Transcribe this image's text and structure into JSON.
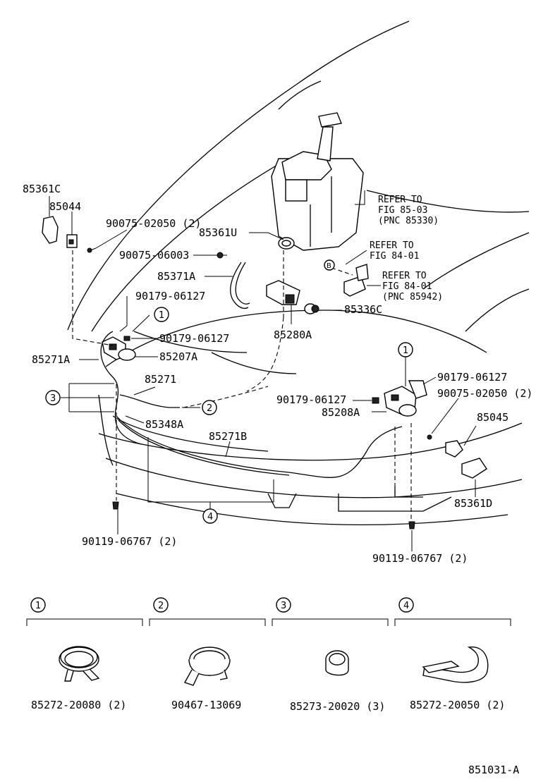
{
  "labels": {
    "p85361C": "85361C",
    "p85044": "85044",
    "p90075_02050_l": "90075-02050 (2)",
    "p85361U": "85361U",
    "p90075_06003": "90075-06003",
    "p85371A": "85371A",
    "p90179_06127_a": "90179-06127",
    "p90179_06127_b": "90179-06127",
    "p85280A": "85280A",
    "p85336C": "85336C",
    "p85271A": "85271A",
    "p85207A": "85207A",
    "p85271": "85271",
    "p85348A": "85348A",
    "p85271B": "85271B",
    "p90119_06767_l": "90119-06767 (2)",
    "p90179_06127_c": "90179-06127",
    "p90179_06127_d": "90179-06127",
    "p85208A": "85208A",
    "p90075_02050_r": "90075-02050 (2)",
    "p85045": "85045",
    "p85361D": "85361D",
    "p90119_06767_r": "90119-06767 (2)"
  },
  "refs": {
    "r1_line1": "REFER TO",
    "r1_line2": "FIG 85-03",
    "r1_line3": "(PNC 85330)",
    "r2_line1": "REFER TO",
    "r2_line2": "FIG 84-01",
    "r3_line1": "REFER TO",
    "r3_line2": "FIG 84-01",
    "r3_line3": "(PNC 85942)",
    "b_marker": "B"
  },
  "callouts": {
    "c1": "1",
    "c2": "2",
    "c3": "3",
    "c4": "4"
  },
  "legend": [
    {
      "num": "1",
      "part": "85272-20080 (2)"
    },
    {
      "num": "2",
      "part": "90467-13069"
    },
    {
      "num": "3",
      "part": "85273-20020 (3)"
    },
    {
      "num": "4",
      "part": "85272-20050 (2)"
    }
  ],
  "footer": {
    "code": "851031-A"
  }
}
